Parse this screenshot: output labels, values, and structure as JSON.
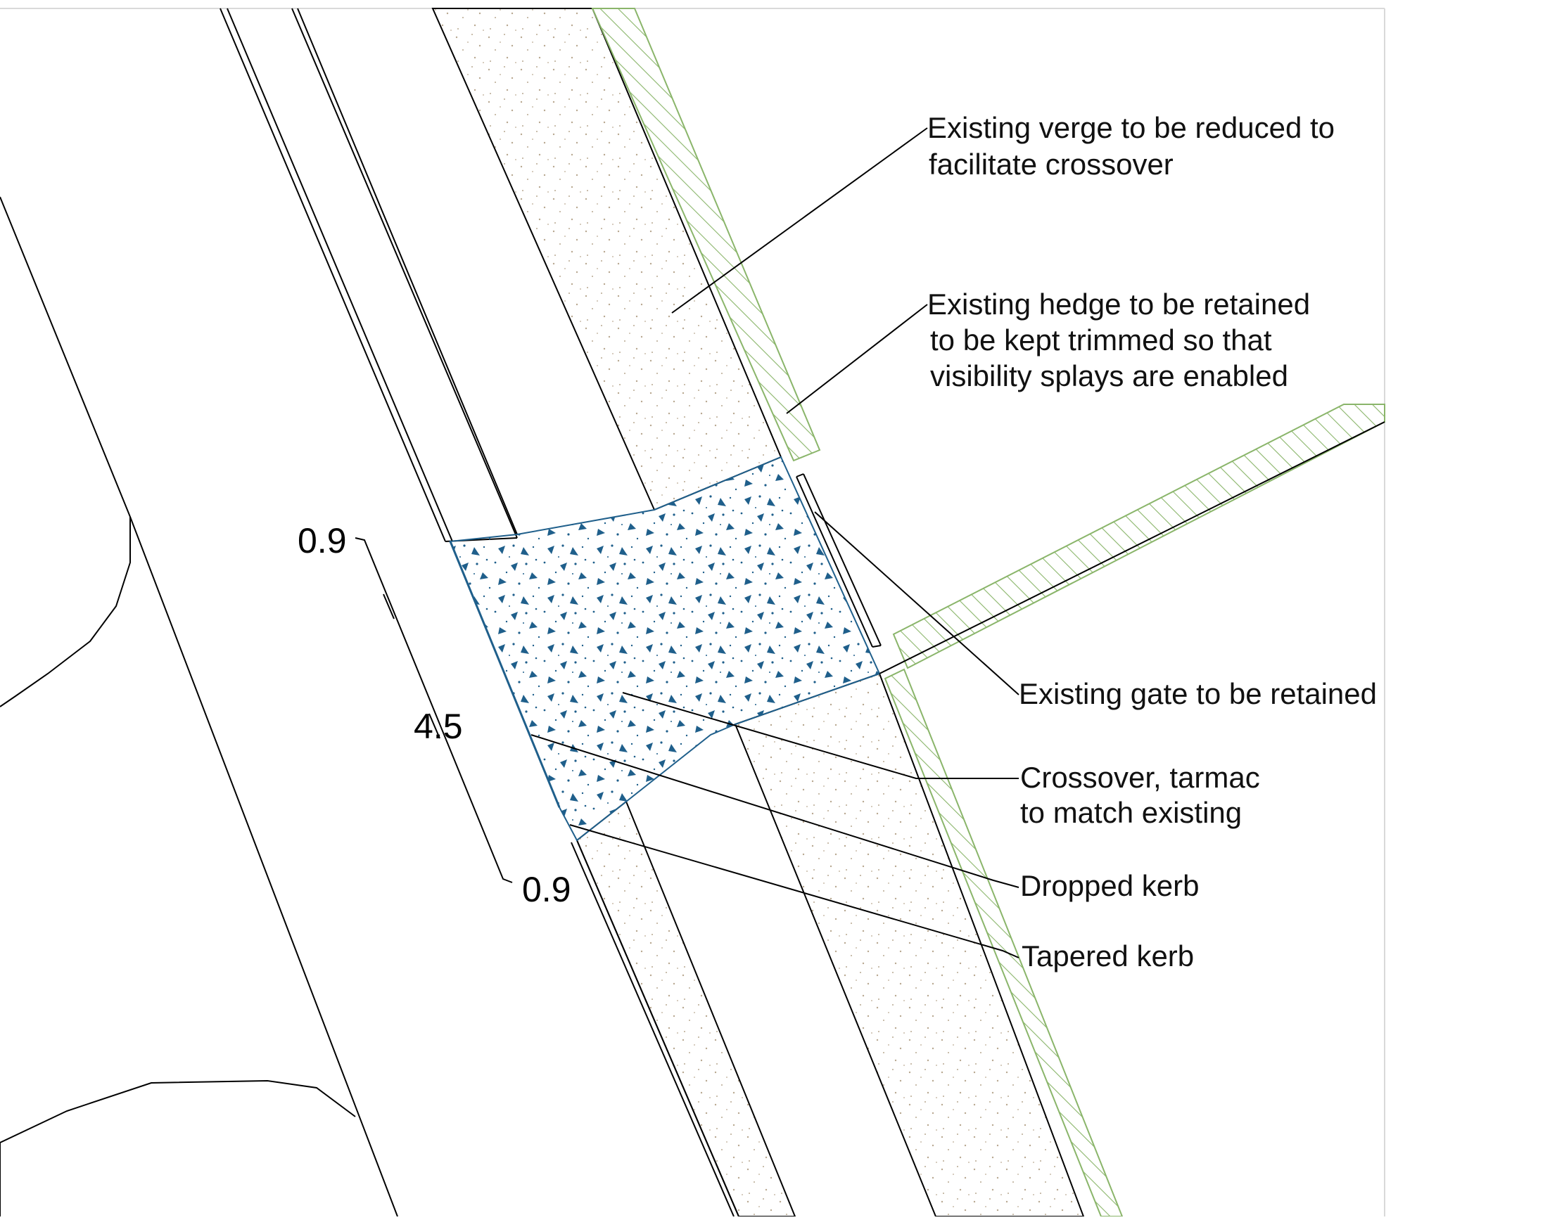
{
  "drawing": {
    "labels": {
      "verge_line1": "Existing verge to be reduced to",
      "verge_line2": "facilitate crossover",
      "hedge_line1": "Existing hedge to be retained",
      "hedge_line2": "to be kept trimmed so that",
      "hedge_line3": "visibility splays are enabled",
      "gate": "Existing gate to be retained",
      "crossover_line1": "Crossover, tarmac",
      "crossover_line2": "to match existing",
      "dropped_kerb": "Dropped kerb",
      "tapered_kerb": "Tapered kerb"
    },
    "dimensions": {
      "top_taper": "0.9",
      "crossover_width": "4.5",
      "bottom_taper": "0.9"
    },
    "colors": {
      "linework": "#000000",
      "hedge_hatch": "#8ab56a",
      "crossover_fill": "#1f5f8b",
      "verge_stipple": "#b8a890",
      "frame": "#d9d9d9"
    }
  }
}
